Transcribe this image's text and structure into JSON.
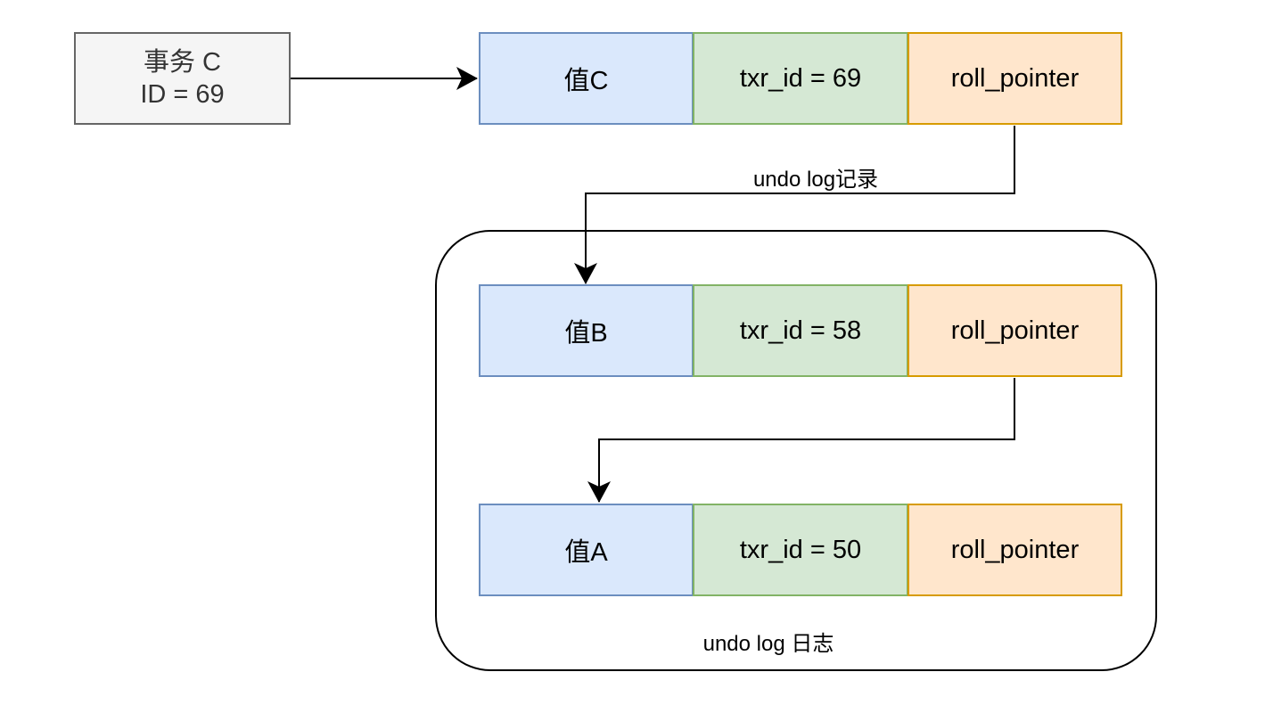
{
  "transaction": {
    "line1": "事务 C",
    "line2": "ID = 69"
  },
  "records": [
    {
      "value": "值C",
      "txr_id": "txr_id = 69",
      "pointer": "roll_pointer"
    },
    {
      "value": "值B",
      "txr_id": "txr_id = 58",
      "pointer": "roll_pointer"
    },
    {
      "value": "值A",
      "txr_id": "txr_id = 50",
      "pointer": "roll_pointer"
    }
  ],
  "edge_label": "undo log记录",
  "container_label": "undo log 日志",
  "colors": {
    "value_fill": "#dae8fc",
    "value_stroke": "#6c8ebf",
    "txid_fill": "#d5e8d4",
    "txid_stroke": "#82b366",
    "pointer_fill": "#ffe6cc",
    "pointer_stroke": "#d79b00",
    "transaction_fill": "#f5f5f5",
    "transaction_stroke": "#666666"
  }
}
